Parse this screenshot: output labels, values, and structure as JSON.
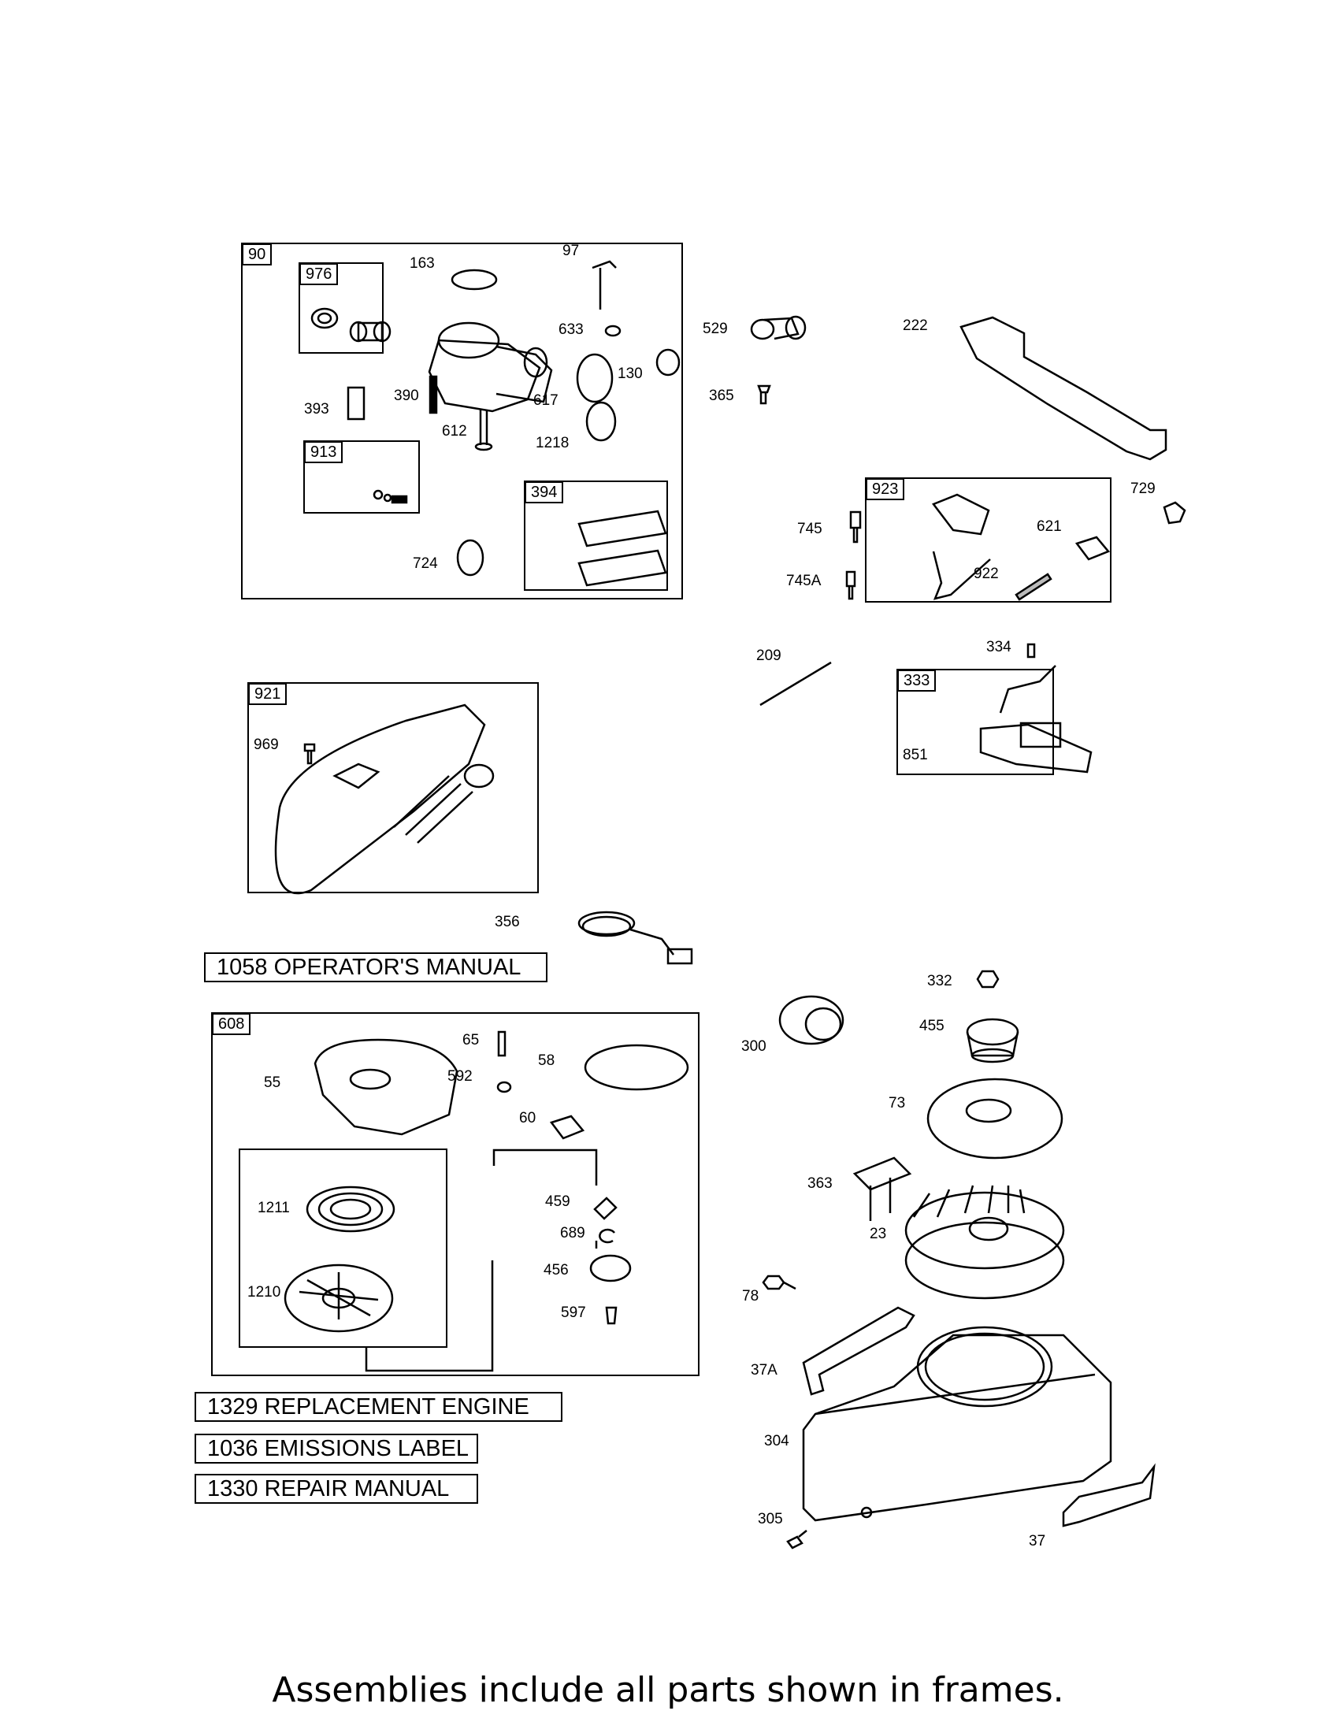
{
  "frames": {
    "carb": "90",
    "spacer": "976",
    "screws": "913",
    "gasket_kit": "394",
    "governor": "923",
    "ignition": "333",
    "cover": "921",
    "starter": "608"
  },
  "labels": {
    "p163": "163",
    "p97": "97",
    "p633": "633",
    "p529": "529",
    "p222": "222",
    "p130": "130",
    "p365": "365",
    "p393": "393",
    "p390": "390",
    "p617": "617",
    "p612": "612",
    "p1218": "1218",
    "p724": "724",
    "p729": "729",
    "p745": "745",
    "p621": "621",
    "p922": "922",
    "p745a": "745A",
    "p209": "209",
    "p334": "334",
    "p851": "851",
    "p969": "969",
    "p356": "356",
    "p332": "332",
    "p455": "455",
    "p300": "300",
    "p65": "65",
    "p58": "58",
    "p592": "592",
    "p55": "55",
    "p60": "60",
    "p73": "73",
    "p363": "363",
    "p1211": "1211",
    "p459": "459",
    "p23": "23",
    "p689": "689",
    "p456": "456",
    "p1210": "1210",
    "p78": "78",
    "p597": "597",
    "p37a": "37A",
    "p304": "304",
    "p305": "305",
    "p37": "37"
  },
  "boxes": {
    "operators_manual": "1058 OPERATOR'S MANUAL",
    "replacement_engine": "1329 REPLACEMENT ENGINE",
    "emissions_label": "1036 EMISSIONS LABEL",
    "repair_manual": "1330 REPAIR MANUAL"
  },
  "footer": "Assemblies include all parts shown in frames."
}
